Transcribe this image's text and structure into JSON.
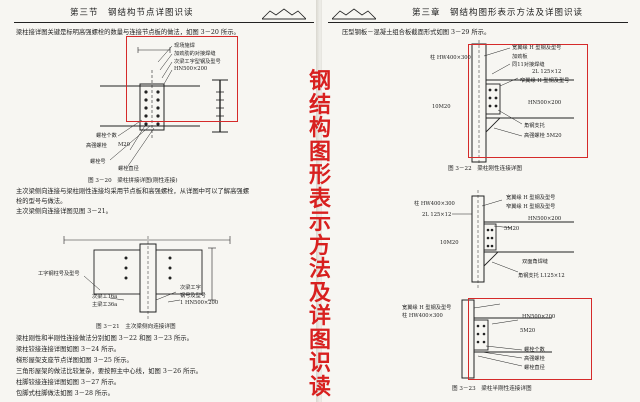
{
  "left_page": {
    "header": "第三节　钢结构节点详图识读",
    "intro": "梁柱接详图关键是标明高强螺栓的数量与连接节点板的做法，如图 3－20 所示。",
    "fig1": {
      "labels": [
        "现场施焊",
        "加劲肋的对接焊缝",
        "次梁工字型钢及型号",
        "HN500×200",
        "螺栓个数",
        "高强螺栓",
        "M20",
        "螺栓号",
        "螺栓直径"
      ],
      "caption": "图 3－20　梁柱拼接详图(刚性连接)"
    },
    "para2": [
      "主次梁侧向连接与梁柱刚性连接均采用节点板和高强螺栓，从详图中可以了解高强螺",
      "栓的型号与做法。",
      "主次梁侧向连接详图见图 3－21。"
    ],
    "fig2": {
      "labels": [
        "工字钢柱号及型号",
        "次梁工16a",
        "主梁工36a",
        "次梁工字",
        "钢号及型号",
        "1 HN500×200"
      ],
      "caption": "图 3－21　主次梁侧向连接详图"
    },
    "para3": [
      "梁柱刚性和半刚性连接做法分别如图 3－22 和图 3－23 所示。",
      "梁柱铰接连接详图如图 3－24 所示。",
      "梯形屋架支座节点详图如图 3－25 所示。",
      "三角形屋架的做法比较复杂，要按照主中心线，如图 3－26 所示。",
      "柱脚铰接连接详图如图 3－27 所示。",
      "包脚式柱脚做法如图 3－28 所示。"
    ]
  },
  "right_page": {
    "header": "第三章　钢结构图形表示方法及详图识读",
    "intro": "压型钢板－混凝土组合板截面形式如图 3－29 所示。",
    "fig1": {
      "labels": [
        "宽翼缘 H 型钢及型号",
        "柱 HW400×300",
        "加劲板",
        "同11对接焊缝",
        "2L 125×12",
        "窄翼缘 H 型钢及型号",
        "HN500×200",
        "角钢支托",
        "10M20",
        "高强螺栓 5M20"
      ],
      "caption": "图 3－22　梁柱刚性连接详图"
    },
    "fig2": {
      "labels": [
        "宽翼缘 H 型钢及型号",
        "柱 HW400×300",
        "窄翼缘 H 型钢及型号",
        "2L 125×12",
        "5M20",
        "HN500×200",
        "10M20",
        "双面角焊缝",
        "角钢支托 L125×12"
      ],
      "caption": ""
    },
    "fig3": {
      "labels": [
        "宽翼缘 H 型钢及型号",
        "柱 HW400×300",
        "HN500×200",
        "5M20",
        "螺栓个数",
        "高强螺栓",
        "螺栓直径"
      ],
      "caption": "图 3－23　梁柱半刚性连接详图"
    }
  },
  "overlay_title": [
    "钢",
    "结",
    "构",
    "图",
    "形",
    "表",
    "示",
    "方",
    "法",
    "及",
    "详",
    "图",
    "识",
    "读"
  ],
  "colors": {
    "accent_red": "#d52a2a",
    "title_red": "#d8201f"
  }
}
